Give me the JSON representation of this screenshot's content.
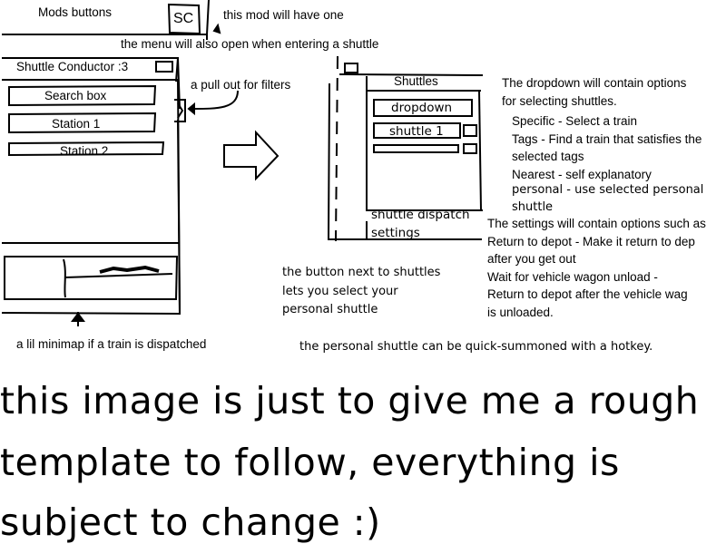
{
  "top": {
    "mods_buttons": "Mods buttons",
    "mod_icon": "SC",
    "mod_note": "this mod will have one",
    "shuttle_note": "the menu will also open when entering a shuttle"
  },
  "left_panel": {
    "title": "Shuttle Conductor :3",
    "search_box": "Search box",
    "station_1": "Station 1",
    "station_2": "Station 2",
    "filter_note": "a pull out for filters",
    "minimap_note": "a lil minimap if a train is dispatched"
  },
  "right_panel": {
    "shuttles": "Shuttles",
    "dropdown": "dropdown",
    "shuttle_1": "shuttle 1",
    "dispatch": "shuttle dispatch",
    "settings": "settings"
  },
  "dropdown_notes": {
    "line1": "The dropdown will contain options",
    "line2": "for selecting shuttles.",
    "specific": "Specific - Select a train",
    "tags1": "Tags - Find a train that satisfies the",
    "tags2": "selected tags",
    "nearest": "Nearest - self explanatory",
    "personal1": "personal - use selected personal",
    "personal2": "shuttle"
  },
  "settings_notes": {
    "line1": "The settings will contain options such as",
    "line2": "Return to depot - Make it return to dep",
    "line3": "after you get out",
    "line4": "Wait for vehicle wagon unload -",
    "line5": "Return to depot after the vehicle wag",
    "line6": "is unloaded."
  },
  "button_note": {
    "line1": "the button next to shuttles",
    "line2": "lets you select your",
    "line3": "personal shuttle"
  },
  "hotkey_note": "the personal shuttle can be quick-summoned with a hotkey.",
  "disclaimer": {
    "line1": "this image is just to give me a rough",
    "line2": "template to follow, everything is",
    "line3": "subject to change :)"
  }
}
